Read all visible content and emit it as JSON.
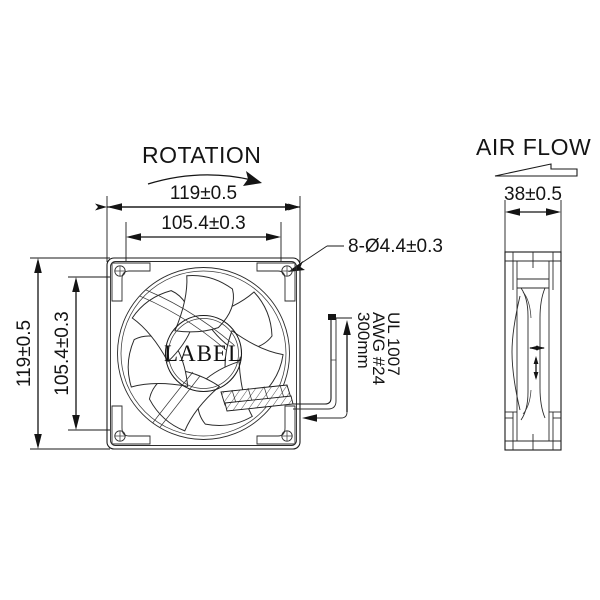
{
  "drawing": {
    "background": "#ffffff",
    "line_color": "#1a1a1a",
    "title_front": "ROTATION",
    "title_side": "AIR FLOW"
  },
  "front_view": {
    "heading": "ROTATION",
    "dimensions": {
      "width_overall": "119±0.5",
      "width_hole_pitch": "105.4±0.3",
      "height_overall": "119±0.5",
      "height_hole_pitch": "105.4±0.3"
    },
    "callout_holes": "8-Ø4.4±0.3",
    "hub_label": "LABEL"
  },
  "wire_spec": {
    "line1": "UL 1007",
    "line2": "AWG #24",
    "line3": "300mm"
  },
  "side_view": {
    "heading": "AIR FLOW",
    "dimensions": {
      "depth": "38±0.5"
    }
  }
}
